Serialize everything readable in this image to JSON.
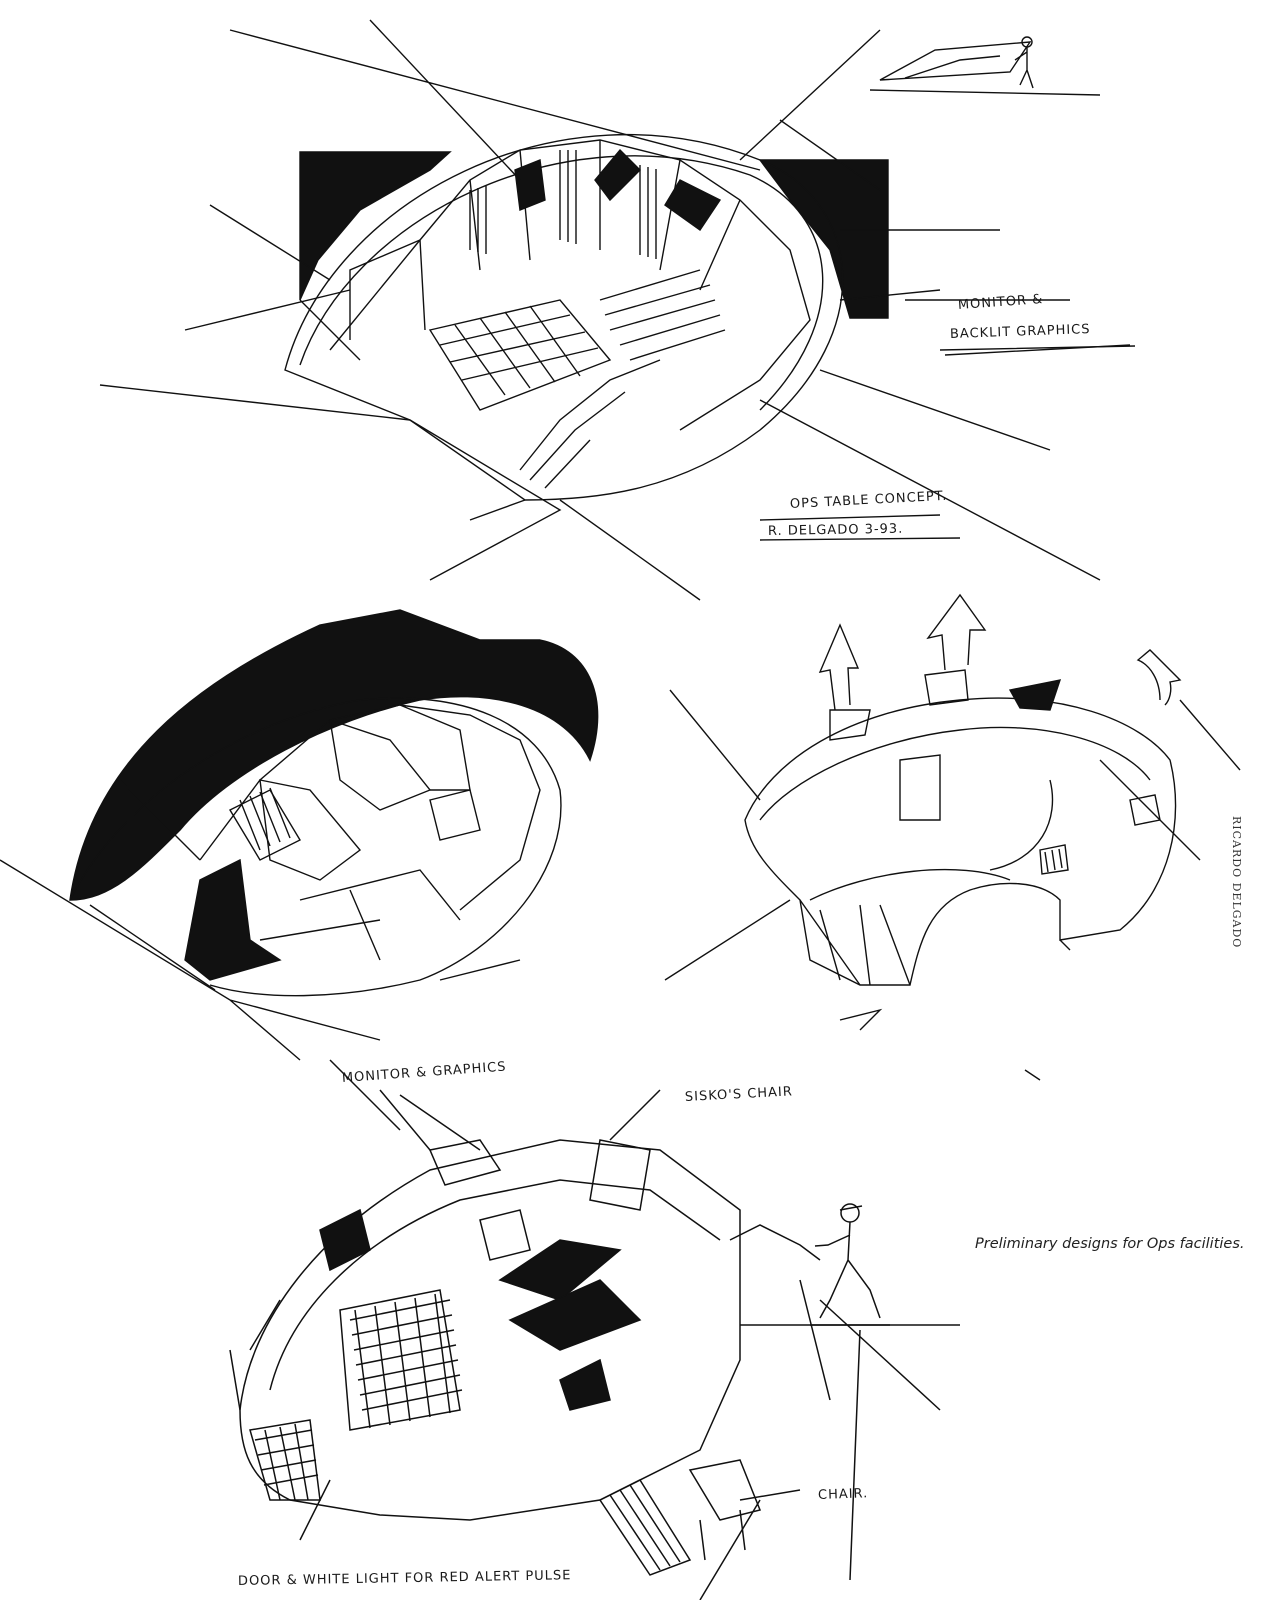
{
  "annotations": {
    "monitor_backlit_line1": "MONITOR &",
    "monitor_backlit_line2": "BACKLIT GRAPHICS",
    "ops_table_concept": "OPS TABLE CONCEPT.",
    "signature_date": "R. DELGADO 3-93.",
    "monitor_graphics": "MONITOR & GRAPHICS",
    "siskos_chair": "SISKO'S CHAIR",
    "chair": "CHAIR.",
    "bottom_note": "DOOR & WHITE LIGHT FOR RED ALERT PULSE"
  },
  "caption": "Preliminary designs for Ops facilities.",
  "credit": "RICARDO DELGADO",
  "colors": {
    "ink": "#111111",
    "paper": "#ffffff"
  }
}
